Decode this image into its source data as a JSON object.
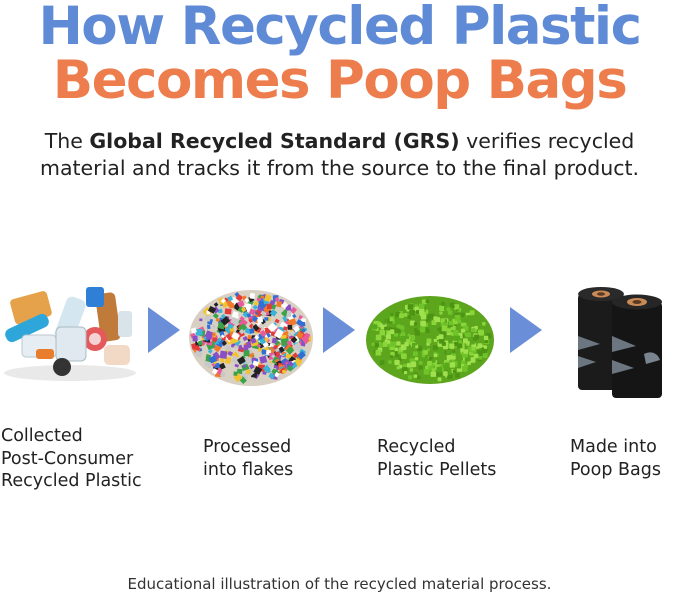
{
  "title": {
    "line1": "How Recycled Plastic",
    "line2": "Becomes Poop Bags",
    "line1_color": "#5f8ad6",
    "line2_color": "#ed7d4c"
  },
  "subtitle": {
    "prefix": "The ",
    "bold": "Global Recycled Standard (GRS)",
    "suffix_line1": " verifies recycled",
    "line2": "material and tracks it from the source to the final product."
  },
  "steps": [
    {
      "caption_lines": [
        "Collected",
        "Post-Consumer",
        "Recycled Plastic"
      ],
      "image": "plastic-waste-pile"
    },
    {
      "caption_lines": [
        "Processed",
        "into flakes"
      ],
      "image": "plastic-flakes-pile"
    },
    {
      "caption_lines": [
        "Recycled",
        "Plastic Pellets"
      ],
      "image": "green-pellets-pile"
    },
    {
      "caption_lines": [
        "Made into",
        "Poop Bags"
      ],
      "image": "poop-bag-rolls"
    }
  ],
  "arrow_color": "#6a8fd8",
  "footer": "Educational illustration of the recycled material process."
}
